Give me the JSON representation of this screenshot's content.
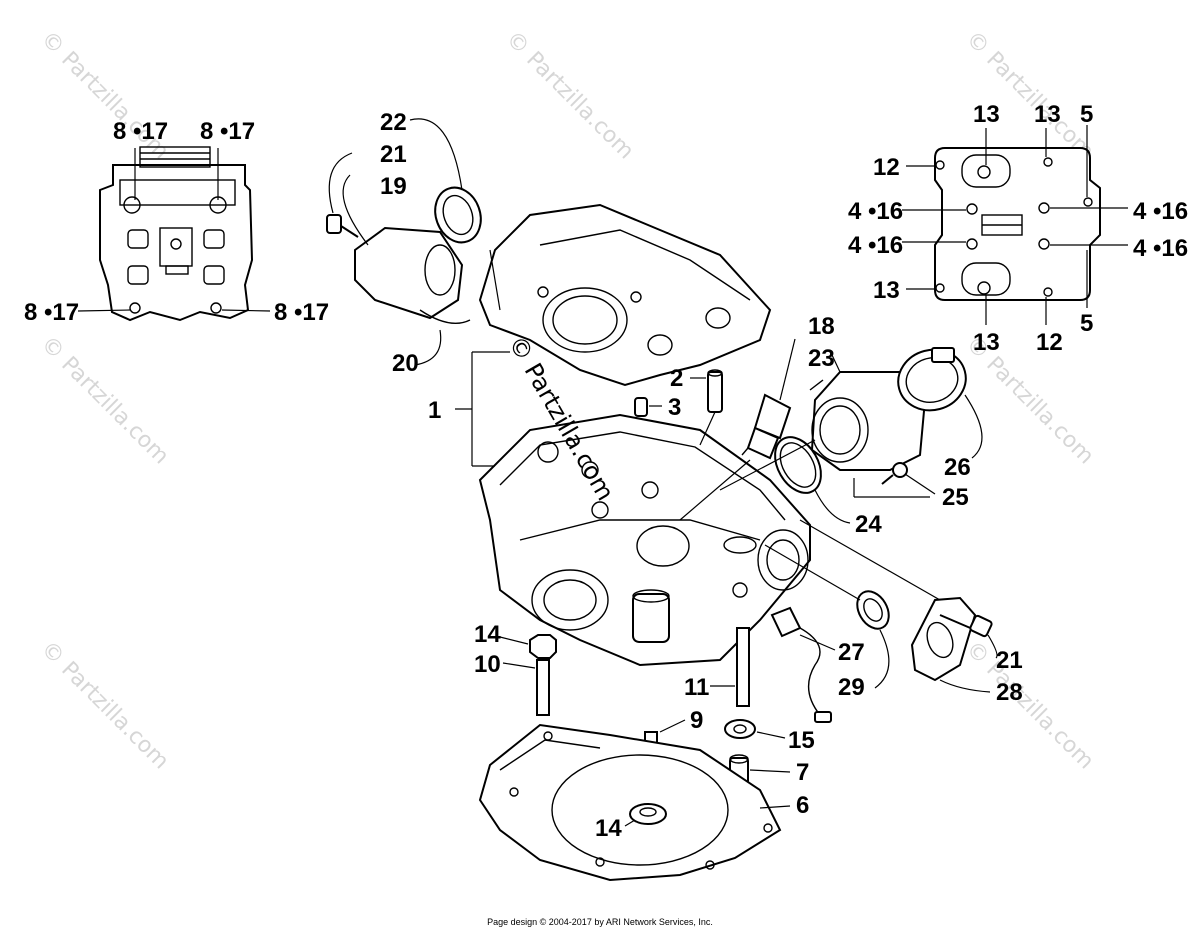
{
  "watermark": {
    "text": "© Partzilla.com",
    "color": "#d6d6d6"
  },
  "center_watermark": "© Partzilla.com",
  "callouts": {
    "c1": "1",
    "c2": "2",
    "c3": "3",
    "c5a": "5",
    "c5b": "5",
    "c6": "6",
    "c7": "7",
    "c9": "9",
    "c10": "10",
    "c11": "11",
    "c12a": "12",
    "c12b": "12",
    "c13a": "13",
    "c13b": "13",
    "c13c": "13",
    "c13d": "13",
    "c14a": "14",
    "c14b": "14",
    "c15": "15",
    "c18": "18",
    "c19": "19",
    "c20": "20",
    "c21a": "21",
    "c21b": "21",
    "c22": "22",
    "c23": "23",
    "c24": "24",
    "c25": "25",
    "c26": "26",
    "c27": "27",
    "c28": "28",
    "c29": "29",
    "c817a": "8 •17",
    "c817b": "8 •17",
    "c817c": "8 •17",
    "c817d": "8 •17",
    "c416a": "4 •16",
    "c416b": "4 •16",
    "c416c": "4 •16",
    "c416d": "4 •16"
  },
  "footer": "Page design © 2004-2017 by ARI Network Services, Inc."
}
